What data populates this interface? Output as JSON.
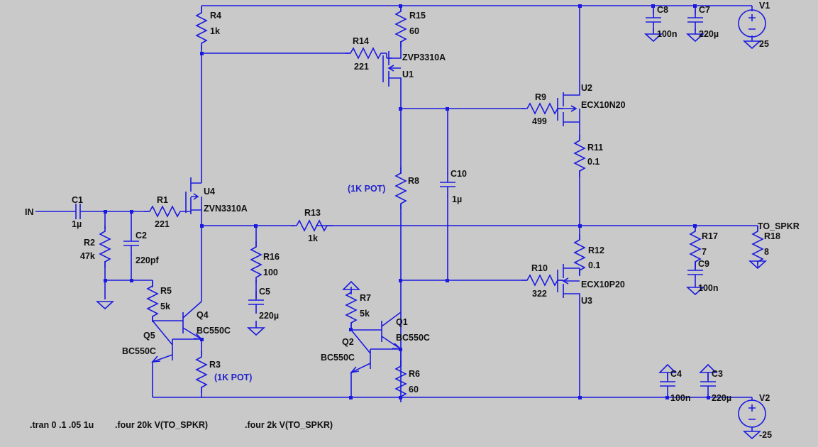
{
  "title": "",
  "nets": {
    "in": "IN",
    "out": "TO_SPKR"
  },
  "components": {
    "R1": {
      "ref": "R1",
      "value": "221"
    },
    "R2": {
      "ref": "R2",
      "value": "47k"
    },
    "R3": {
      "ref": "R3",
      "note": "(1K POT)"
    },
    "R4": {
      "ref": "R4",
      "value": "1k"
    },
    "R5": {
      "ref": "R5",
      "value": "5k"
    },
    "R6": {
      "ref": "R6",
      "value": "60"
    },
    "R7": {
      "ref": "R7",
      "value": "5k"
    },
    "R8": {
      "ref": "R8",
      "note": "(1K POT)"
    },
    "R9": {
      "ref": "R9",
      "value": "499"
    },
    "R10": {
      "ref": "R10",
      "value": "322"
    },
    "R11": {
      "ref": "R11",
      "value": "0.1"
    },
    "R12": {
      "ref": "R12",
      "value": "0.1"
    },
    "R13": {
      "ref": "R13",
      "value": "1k"
    },
    "R14": {
      "ref": "R14",
      "value": "221"
    },
    "R15": {
      "ref": "R15",
      "value": "60"
    },
    "R16": {
      "ref": "R16",
      "value": "100"
    },
    "R17": {
      "ref": "R17",
      "value": "7"
    },
    "R18": {
      "ref": "R18",
      "value": "8"
    },
    "C1": {
      "ref": "C1",
      "value": "1µ"
    },
    "C2": {
      "ref": "C2",
      "value": "220pf"
    },
    "C3": {
      "ref": "C3",
      "value": "220µ"
    },
    "C4": {
      "ref": "C4",
      "value": "100n"
    },
    "C5": {
      "ref": "C5",
      "value": "220µ"
    },
    "C7": {
      "ref": "C7",
      "value": "220µ"
    },
    "C8": {
      "ref": "C8",
      "value": "100n"
    },
    "C9": {
      "ref": "C9",
      "value": "100n"
    },
    "C10": {
      "ref": "C10",
      "value": "1µ"
    },
    "Q1": {
      "ref": "Q1",
      "model": "BC550C"
    },
    "Q2": {
      "ref": "Q2",
      "model": "BC550C"
    },
    "Q4": {
      "ref": "Q4",
      "model": "BC550C"
    },
    "Q5": {
      "ref": "Q5",
      "model": "BC550C"
    },
    "U1": {
      "ref": "U1",
      "model": "ZVP3310A"
    },
    "U2": {
      "ref": "U2",
      "model": "ECX10N20"
    },
    "U3": {
      "ref": "U3",
      "model": "ECX10P20"
    },
    "U4": {
      "ref": "U4",
      "model": "ZVN3310A"
    },
    "V1": {
      "ref": "V1",
      "value": "25"
    },
    "V2": {
      "ref": "V2",
      "value": "-25"
    }
  },
  "directives": [
    ".tran 0 .1 .05 1u",
    ".four 20k V(TO_SPKR)",
    ".four 2k V(TO_SPKR)"
  ],
  "colors": {
    "background": "#c9c9c9",
    "wire": "#1a1ae0",
    "label": "#111111",
    "note": "#2222cc"
  }
}
